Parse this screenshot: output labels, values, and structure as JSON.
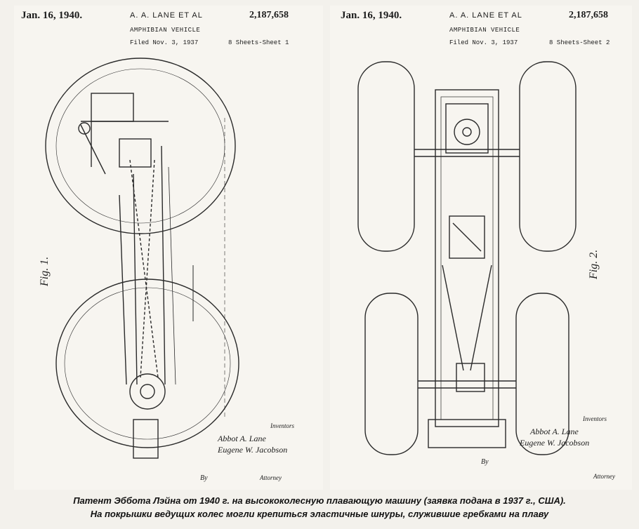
{
  "sheet1": {
    "date": "Jan. 16, 1940.",
    "author": "A. A. LANE ET AL",
    "title": "AMPHIBIAN VEHICLE",
    "filed": "Filed Nov. 3, 1937",
    "sheets": "8 Sheets-Sheet 1",
    "number": "2,187,658",
    "inventors_label": "Inventors",
    "inventor1": "Abbot A. Lane",
    "inventor2": "Eugene W. Jacobson",
    "by": "By",
    "attorney": "Attorney"
  },
  "sheet2": {
    "date": "Jan. 16, 1940.",
    "author": "A. A. LANE ET AL",
    "title": "AMPHIBIAN VEHICLE",
    "filed": "Filed Nov. 3, 1937",
    "sheets": "8 Sheets-Sheet 2",
    "number": "2,187,658",
    "inventors_label": "Inventors",
    "inventor1": "Abbot A. Lane",
    "inventor2": "Eugene W. Jacobson",
    "by": "By",
    "attorney": "Attorney"
  },
  "caption": {
    "line1": "Патент Эббота Лэйна от 1940 г. на высококолесную плавающую машину (заявка подана в 1937 г., США).",
    "line2": "На покрышки ведущих колес могли крепиться эластичные шнуры, служившие гребками на плаву"
  }
}
